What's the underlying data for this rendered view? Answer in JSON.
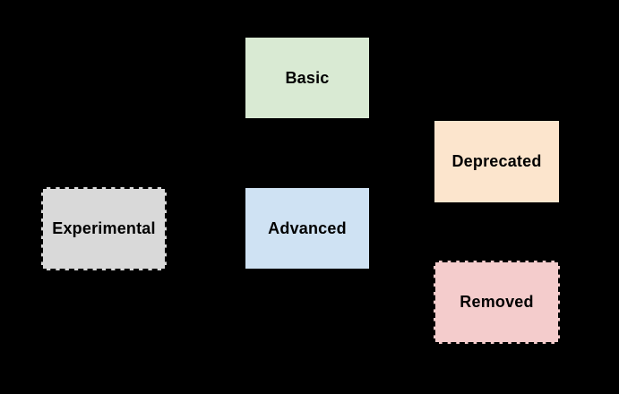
{
  "diagram": {
    "background_color": "#000000",
    "label_text_color": "#000000",
    "nodes": [
      {
        "id": "basic",
        "label": "Basic",
        "fill": "#d9ead3",
        "border_style": "solid"
      },
      {
        "id": "deprecated",
        "label": "Deprecated",
        "fill": "#fce5cd",
        "border_style": "solid"
      },
      {
        "id": "experimental",
        "label": "Experimental",
        "fill": "#d9d9d9",
        "border_style": "dashed"
      },
      {
        "id": "advanced",
        "label": "Advanced",
        "fill": "#cfe2f3",
        "border_style": "solid"
      },
      {
        "id": "removed",
        "label": "Removed",
        "fill": "#f4cccc",
        "border_style": "dashed"
      }
    ]
  }
}
